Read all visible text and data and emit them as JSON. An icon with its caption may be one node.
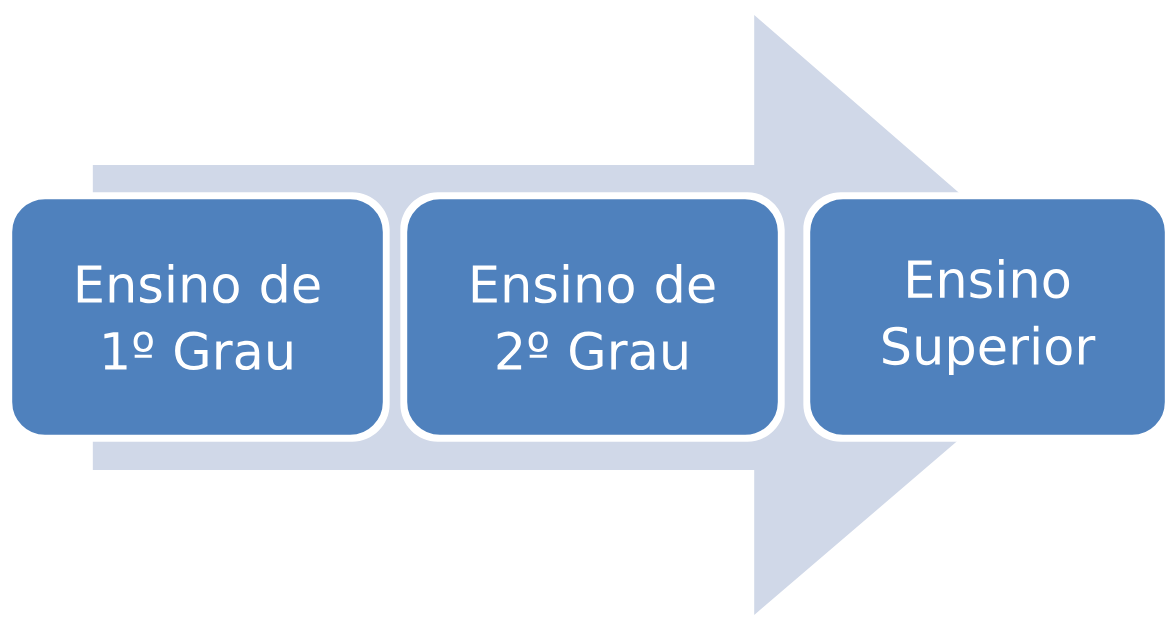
{
  "diagram": {
    "nodes": [
      {
        "text": [
          "Ensino de 1º Grau"
        ]
      },
      {
        "text": [
          "Ensino de 2º Grau"
        ]
      },
      {
        "text": [
          "Ensino Superior"
        ]
      }
    ],
    "edges": [
      {
        "from": 0,
        "to": 2,
        "arrow": "to"
      }
    ]
  }
}
